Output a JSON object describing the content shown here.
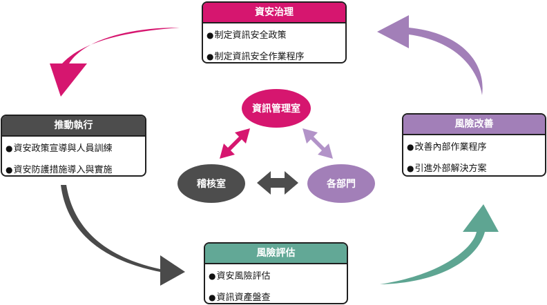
{
  "colors": {
    "magenta": "#d6166f",
    "dark": "#4d4d4d",
    "teal": "#62a896",
    "purple": "#a27fb8",
    "light_purple": "#b293c8"
  },
  "governance": {
    "title": "資安治理",
    "items": [
      "制定資訊安全政策",
      "制定資訊安全作業程序"
    ]
  },
  "execution": {
    "title": "推動執行",
    "items": [
      "資安政策宣導與人員訓練",
      "資安防護措施導入與實施"
    ]
  },
  "assessment": {
    "title": "風險評估",
    "items": [
      "資安風險評估",
      "資訊資產盤查"
    ]
  },
  "improvement": {
    "title": "風險改善",
    "items": [
      "改善內部作業程序",
      "引進外部解決方案"
    ]
  },
  "center": {
    "info_office": "資訊管理室",
    "audit_office": "稽核室",
    "departments": "各部門"
  },
  "bullet": "●"
}
